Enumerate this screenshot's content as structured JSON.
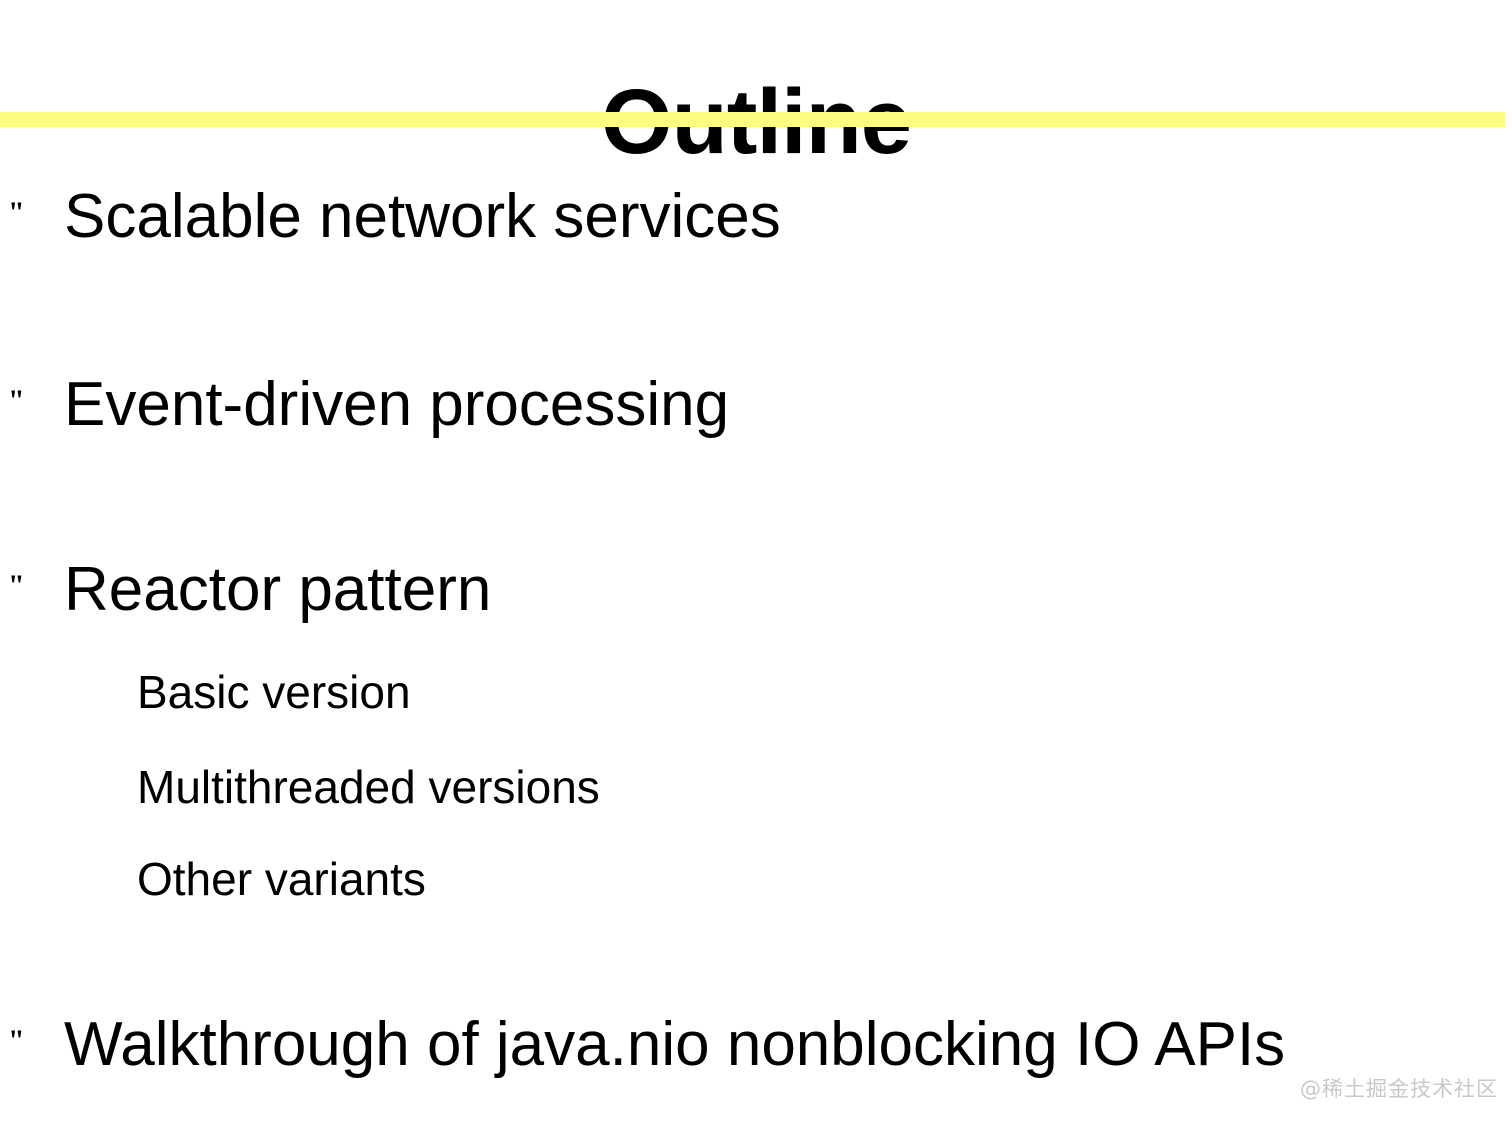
{
  "slide": {
    "title": "Outline",
    "accent_color": "#fcfc80",
    "background_color": "#ffffff",
    "text_color": "#000000",
    "bullet_glyph": "\"",
    "items": [
      {
        "level": 1,
        "text": "Scalable network services"
      },
      {
        "level": 1,
        "text": "Event-driven processing"
      },
      {
        "level": 1,
        "text": "Reactor pattern"
      },
      {
        "level": 2,
        "text": "Basic version"
      },
      {
        "level": 2,
        "text": "Multithreaded versions"
      },
      {
        "level": 2,
        "text": "Other variants"
      },
      {
        "level": 1,
        "text": "Walkthrough of java.nio nonblocking IO APIs"
      }
    ]
  },
  "watermark": {
    "text": "@稀土掘金技术社区",
    "color": "#c9c9c9"
  }
}
